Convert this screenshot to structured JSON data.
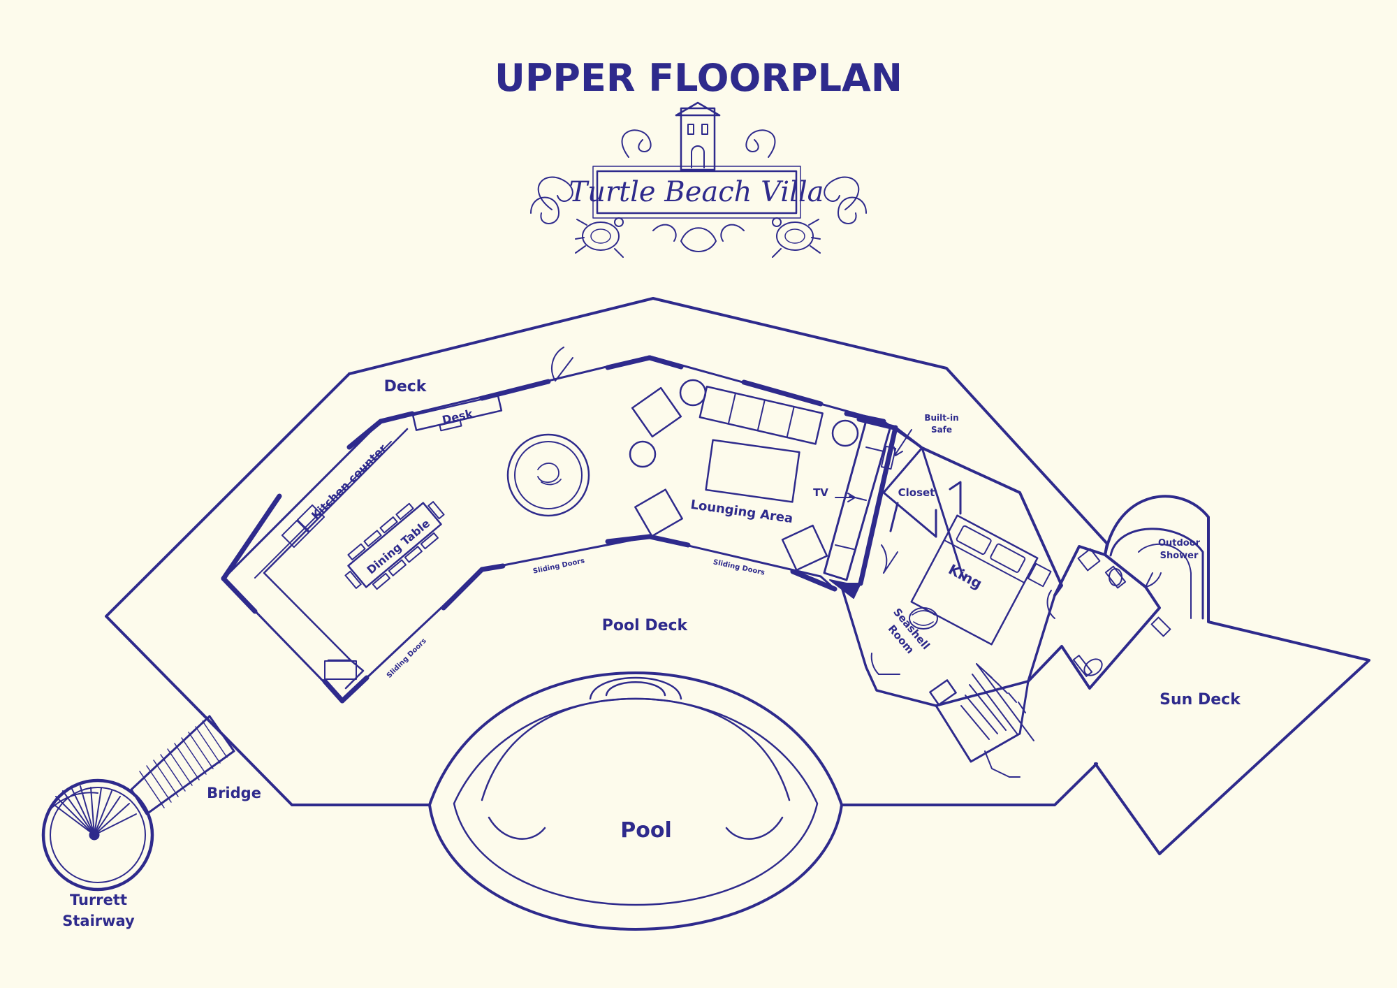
{
  "title": "UPPER FLOORPLAN",
  "logo": {
    "text": "Turtle Beach Villa"
  },
  "colors": {
    "ink": "#2e2a8c",
    "paper": "#fdfbec"
  },
  "labels": {
    "deck": "Deck",
    "desk": "Desk",
    "kitchen_counter": "Kitchen counter",
    "dining_table": "Dining Table",
    "lounging_area": "Lounging Area",
    "tv": "TV",
    "built_in_safe_1": "Built-in",
    "built_in_safe_2": "Safe",
    "closet": "Closet",
    "king": "King",
    "seashell_room_1": "Seashell",
    "seashell_room_2": "Room",
    "outdoor_shower_1": "Outdoor",
    "outdoor_shower_2": "Shower",
    "sliding_doors_1": "Sliding Doors",
    "sliding_doors_2": "Sliding Doors",
    "sliding_doors_3": "Sliding Doors",
    "pool_deck": "Pool Deck",
    "pool": "Pool",
    "sun_deck": "Sun Deck",
    "bridge": "Bridge",
    "turrett_stairway_1": "Turrett",
    "turrett_stairway_2": "Stairway"
  }
}
